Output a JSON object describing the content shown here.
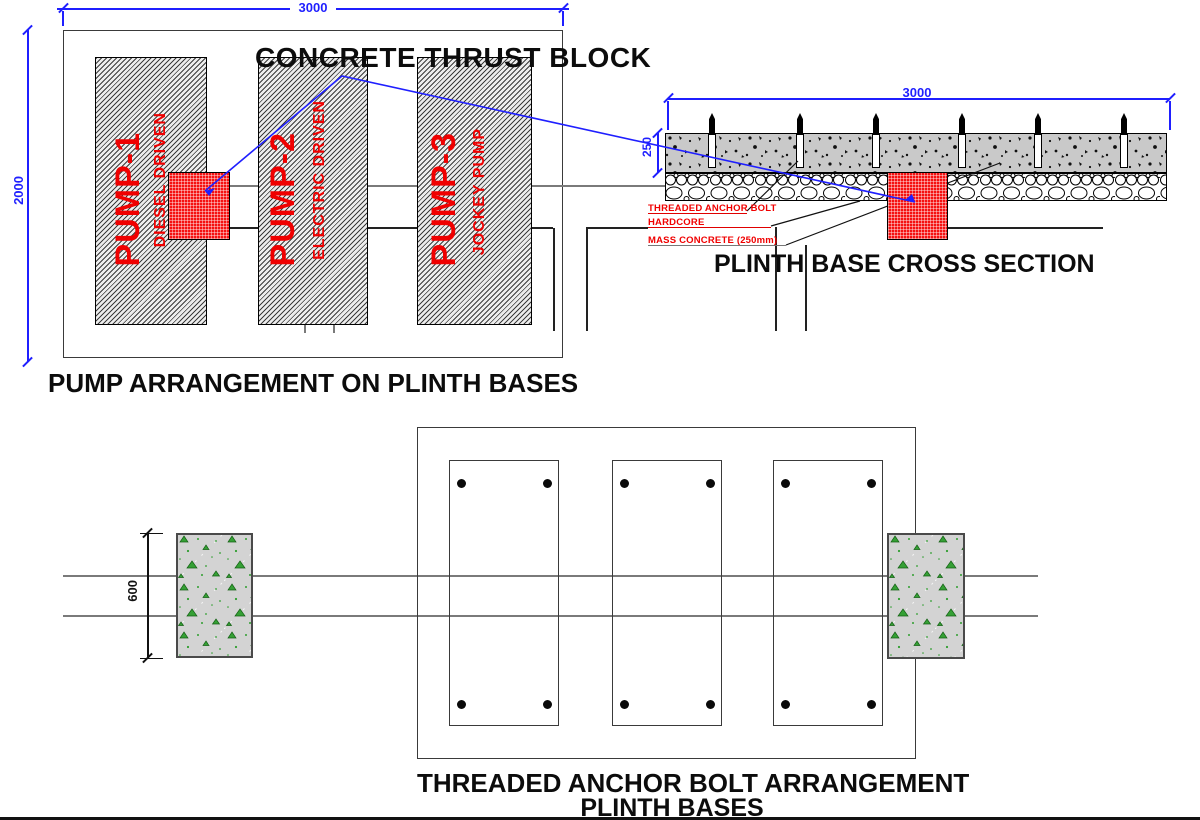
{
  "drawing": {
    "main_title": "CONCRETE THRUST BLOCK",
    "views": {
      "pump_plan": {
        "title": "PUMP ARRANGEMENT ON PLINTH BASES",
        "dim_width": "3000",
        "dim_height": "2000",
        "pumps": [
          {
            "name": "PUMP-1",
            "type": "DIESEL DRIVEN"
          },
          {
            "name": "PUMP-2",
            "type": "ELECTRIC DRIVEN"
          },
          {
            "name": "PUMP-3",
            "type": "JOCKEY PUMP"
          }
        ]
      },
      "cross_section": {
        "title": "PLINTH BASE CROSS SECTION",
        "dim_width": "3000",
        "dim_thickness": "250",
        "callouts": {
          "threaded_anchor_bolt": "THREADED ANCHOR BOLT",
          "hardcore": "HARDCORE",
          "mass_concrete": "MASS CONCRETE (250mm)"
        },
        "anchor_bolt_count": 6
      },
      "bolt_plan": {
        "title_line1": "THREADED ANCHOR BOLT ARRANGEMENT",
        "title_line2": "PLINTH BASES",
        "dim_block_height": "600",
        "plinth_count": 3,
        "bolts_per_plinth": 4
      }
    },
    "colors": {
      "dimension_blue": "#1f1fff",
      "label_red": "#f00000",
      "thrust_block_red": "#f51111",
      "concrete_gray": "#c9c9c9",
      "aggregate_green": "#2f9e2f",
      "pipe_gray": "#7a7a7a"
    }
  }
}
